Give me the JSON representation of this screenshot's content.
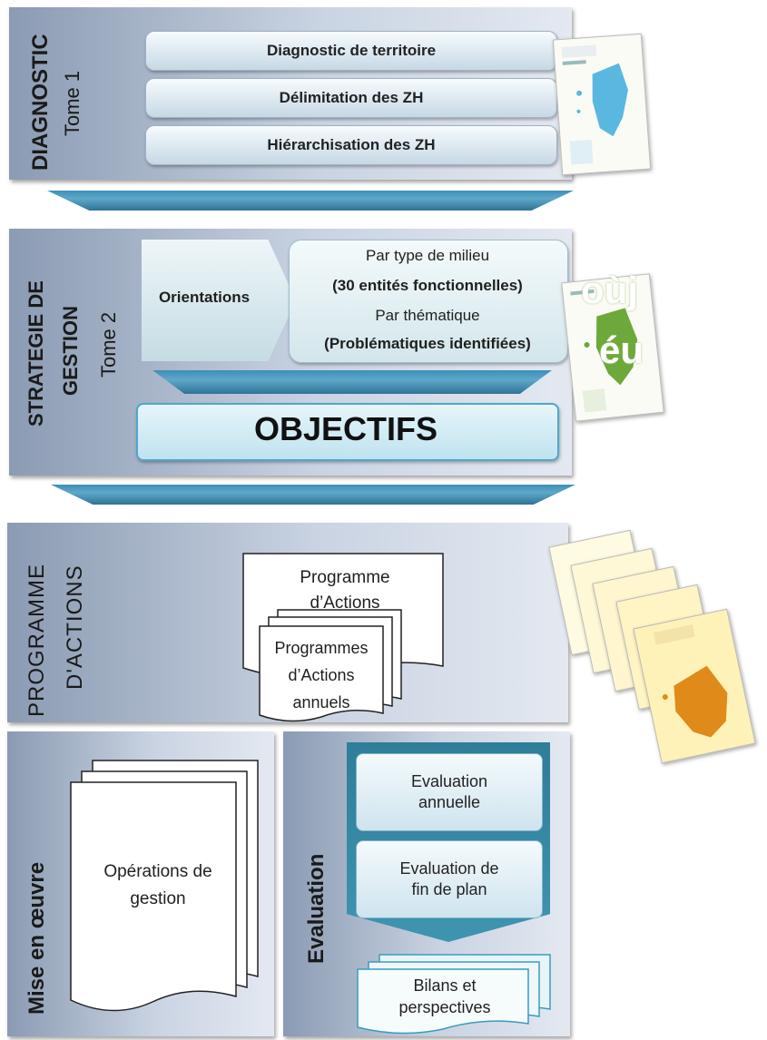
{
  "diagnostic": {
    "title": "DIAGNOSTIC",
    "tome": "Tome 1",
    "items": [
      "Diagnostic de territoire",
      "Délimitation des ZH",
      "Hiérarchisation des ZH"
    ]
  },
  "strategie": {
    "title_line1": "STRATEGIE DE",
    "title_line2": "GESTION",
    "tome": "Tome 2",
    "orientations": "Orientations",
    "detail_line1": "Par type de milieu",
    "detail_line2": "(30 entités fonctionnelles)",
    "detail_line3": "Par thématique",
    "detail_line4": "(Problématiques identifiées)",
    "objectifs": "OBJECTIFS",
    "overlay_text1": "oùj",
    "overlay_text2": "éu"
  },
  "programme": {
    "title_line1": "PROGRAMME",
    "title_line2": "D'ACTIONS",
    "doc_main_line1": "Programme",
    "doc_main_line2": "d’Actions",
    "doc_annual_line1": "Programmes",
    "doc_annual_line2": "d’Actions",
    "doc_annual_line3": "annuels"
  },
  "mise_en_oeuvre": {
    "title": "Mise en œuvre",
    "doc_line1": "Opérations de",
    "doc_line2": "gestion"
  },
  "evaluation": {
    "title": "Evaluation",
    "box1_line1": "Evaluation",
    "box1_line2": "annuelle",
    "box2_line1": "Evaluation de",
    "box2_line2": "fin de plan",
    "bilans_line1": "Bilans et",
    "bilans_line2": "perspectives"
  },
  "colors": {
    "band_dark": "#8b9bb3",
    "arrow_blue": "#3c8fb8",
    "objectifs_bg": "#bfe3ef",
    "map_blue": "#5ab8e0",
    "map_green": "#6ca83a",
    "map_orange": "#e08a1a"
  }
}
